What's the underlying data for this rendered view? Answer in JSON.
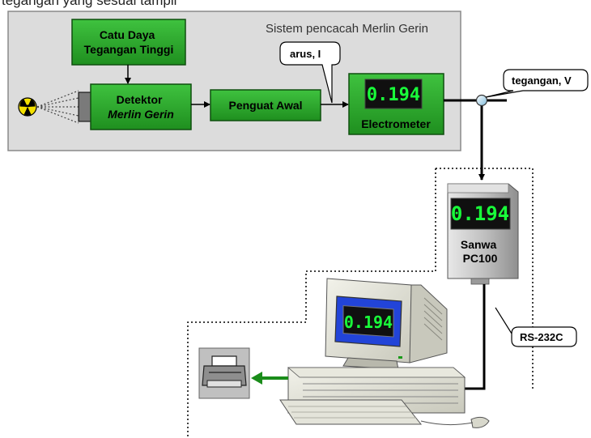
{
  "caption_fragment": "tegangan yang sesuai tampil",
  "system_title": "Sistem pencacah Merlin Gerin",
  "blocks": {
    "hv_supply": [
      "Catu Daya",
      "Tegangan Tinggi"
    ],
    "detector": [
      "Detektor",
      "Merlin Gerin"
    ],
    "preamp": "Penguat Awal",
    "electrometer": "Electrometer",
    "sanwa": [
      "Sanwa",
      "PC100"
    ]
  },
  "callouts": {
    "current": "arus, I",
    "voltage": "tegangan, V",
    "serial": "RS-232C"
  },
  "display_readout": "0.194",
  "colors": {
    "block_fill": "#2aa52a",
    "system_panel": "#dcdcdc",
    "lcd_text": "#19ff3a",
    "connector": "#9ad0e8",
    "print_arrow": "#1a8c1a",
    "monitor_screen": "#2244d8"
  },
  "icons": [
    "radiation-source-icon",
    "computer-icon",
    "printer-icon",
    "sanwa-multimeter-icon"
  ]
}
